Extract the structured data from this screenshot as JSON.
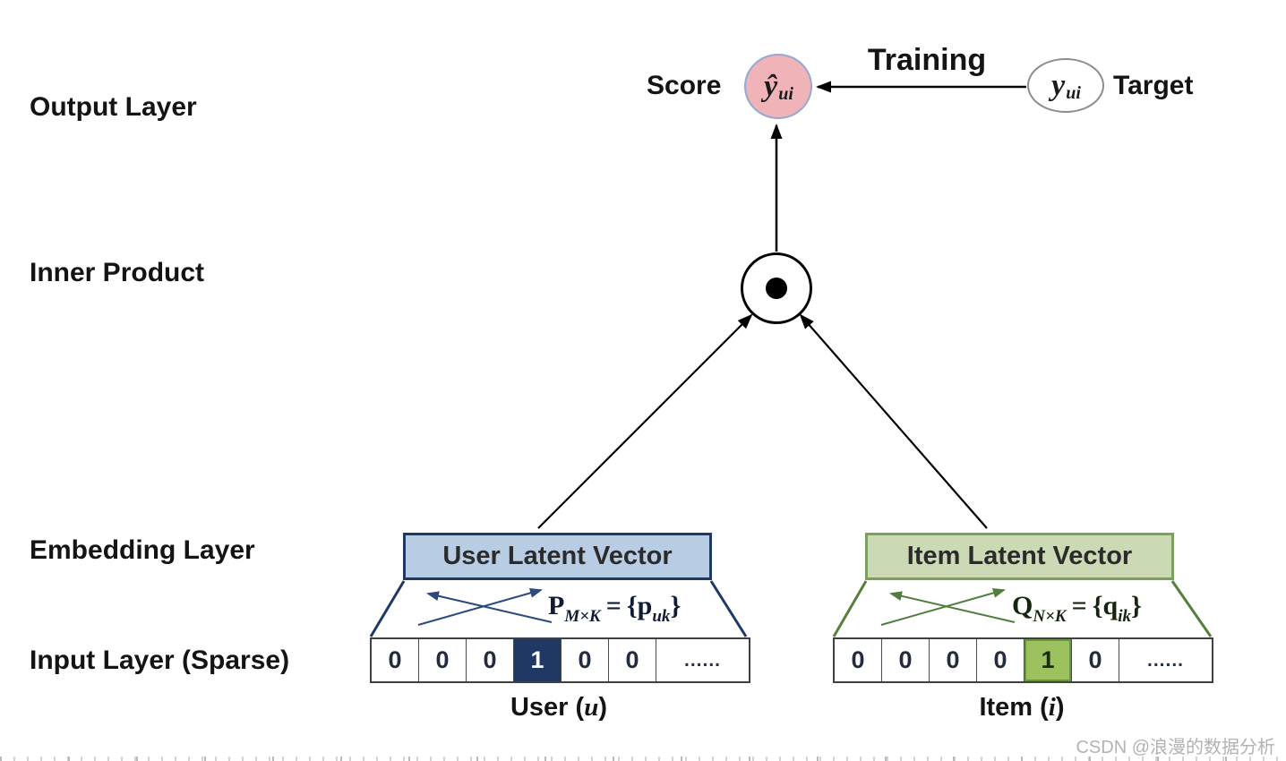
{
  "layers": {
    "output_layer": "Output Layer",
    "inner_product": "Inner Product",
    "embedding_layer": "Embedding Layer",
    "input_layer": "Input Layer (Sparse)"
  },
  "output": {
    "score_label": "Score",
    "training_label": "Training",
    "target_label": "Target",
    "score_node": {
      "symbol": "ŷ",
      "subscript": "ui"
    },
    "target_node": {
      "symbol": "y",
      "subscript": "ui"
    }
  },
  "user": {
    "latent_label": "User Latent Vector",
    "formula": {
      "matrix": "P",
      "matrix_sub": "M×K",
      "equals": "=",
      "open_brace": "{",
      "vector": "p",
      "vector_sub": "uk",
      "close_brace": "}"
    },
    "cells": [
      "0",
      "0",
      "0",
      "1",
      "0",
      "0",
      "......"
    ],
    "caption": {
      "pre": "User (",
      "var": "u",
      "post": ")"
    }
  },
  "item": {
    "latent_label": "Item Latent Vector",
    "formula": {
      "matrix": "Q",
      "matrix_sub": "N×K",
      "equals": "=",
      "open_brace": "{",
      "vector": "q",
      "vector_sub": "ik",
      "close_brace": "}"
    },
    "cells": [
      "0",
      "0",
      "0",
      "0",
      "1",
      "0",
      "......"
    ],
    "caption": {
      "pre": "Item (",
      "var": "i",
      "post": ")"
    }
  },
  "watermark": "CSDN @浪漫的数据分析",
  "colors": {
    "user_accent": "#1f3864",
    "user_fill": "#b8cce4",
    "item_accent": "#7aa05e",
    "item_fill": "#ccd9b5",
    "item_hot_cell": "#9cc25f",
    "score_circle_fill": "#efb3b8",
    "score_circle_border": "#93a9d1",
    "arrow_color": "#000000"
  }
}
